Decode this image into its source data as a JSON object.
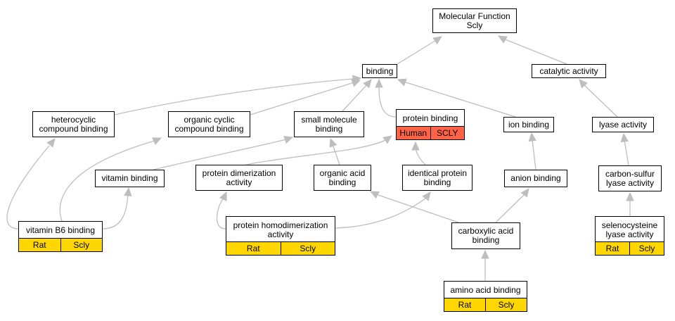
{
  "colors": {
    "edge": "#bebebe",
    "rat_scly_fill": "#ffd700",
    "human_scly_fill": "#ff6347"
  },
  "nodes": {
    "molecular_function": "Molecular Function\nScly",
    "binding": "binding",
    "catalytic_activity": "catalytic activity",
    "heterocyclic_compound_binding": "heterocyclic\ncompound binding",
    "organic_cyclic_compound_binding": "organic cyclic\ncompound binding",
    "small_molecule_binding": "small molecule\nbinding",
    "protein_binding": "protein binding",
    "ion_binding": "ion binding",
    "lyase_activity": "lyase activity",
    "vitamin_binding": "vitamin binding",
    "protein_dimerization_activity": "protein dimerization\nactivity",
    "organic_acid_binding": "organic acid\nbinding",
    "identical_protein_binding": "identical protein\nbinding",
    "anion_binding": "anion binding",
    "carbon_sulfur_lyase_activity": "carbon-sulfur\nlyase activity",
    "vitamin_b6_binding": "vitamin B6 binding",
    "protein_homodimerization_activity": "protein homodimerization\nactivity",
    "carboxylic_acid_binding": "carboxylic acid\nbinding",
    "selenocysteine_lyase_activity": "selenocysteine\nlyase activity",
    "amino_acid_binding": "amino acid binding"
  },
  "annotations": {
    "protein_binding": [
      "Human",
      "SCLY"
    ],
    "vitamin_b6_binding": [
      "Rat",
      "Scly"
    ],
    "protein_homodimerization_activity": [
      "Rat",
      "Scly"
    ],
    "selenocysteine_lyase_activity": [
      "Rat",
      "Scly"
    ],
    "amino_acid_binding": [
      "Rat",
      "Scly"
    ]
  }
}
